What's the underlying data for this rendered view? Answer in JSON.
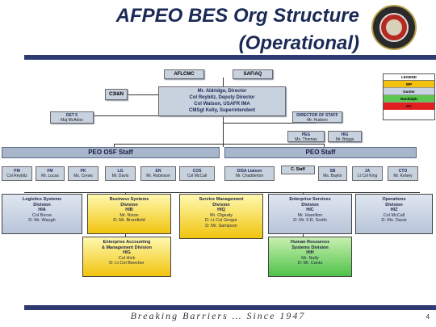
{
  "title": {
    "line1": "AFPEO BES Org Structure",
    "line2": "(Operational)"
  },
  "legend": {
    "title": "LEGEND",
    "items": [
      {
        "label": "WP",
        "color": "#f4c20d"
      },
      {
        "label": "Gunter",
        "color": "#c9d3e2"
      },
      {
        "label": "Randolph",
        "color": "#5cc74e"
      },
      {
        "label": "DC",
        "color": "#e02020"
      }
    ]
  },
  "top": {
    "aflcmc": "AFLCMC",
    "safaq": "SAF/AQ",
    "c3ien": "C3I&N",
    "director": {
      "lines": [
        "Mr. Aldridge, Director",
        "Col Reybitz, Deputy Director",
        "Col Watson, USAFR IMA",
        "CMSgt Kelly, Superintendent"
      ]
    },
    "det5": {
      "name": "DET 5",
      "person": "Maj McAdoo"
    },
    "dos": {
      "name": "DIRECTOR OF STAFF",
      "person": "Mr. Hudson"
    },
    "peg": {
      "name": "PEG",
      "person": "Ms. Thomas"
    },
    "hig": {
      "name": "HIG",
      "person": "Mr. Briggs"
    }
  },
  "osf": {
    "header": "PEO OSF Staff",
    "items": [
      {
        "n": "PM",
        "p": "Col Reybitz"
      },
      {
        "n": "FM",
        "p": "Mr. Lucas"
      },
      {
        "n": "PK",
        "p": "Ms. Crews"
      },
      {
        "n": "LG",
        "p": "Mr. Davis"
      },
      {
        "n": "EN",
        "p": "Mr. Robinson"
      },
      {
        "n": "COS",
        "p": "Col McCall"
      }
    ]
  },
  "staff": {
    "header": "PEO Staff",
    "disa": {
      "n": "DISA Liaison",
      "p": "Mr. Chadderton"
    },
    "cstaff": "C. Staff",
    "items": [
      {
        "n": "SB",
        "p": "Ms. Baylor"
      },
      {
        "n": "JA",
        "p": "Lt Col King"
      },
      {
        "n": "CTO",
        "p": "Mr. Kelsey"
      }
    ]
  },
  "divisions": [
    {
      "lines": [
        "Logistics Systems",
        "Division",
        "HIA"
      ],
      "people": [
        "Col Burse",
        "D: Mr. Waugh"
      ]
    },
    {
      "lines": [
        "Business Systems",
        "Division",
        "HIB"
      ],
      "people": [
        "Mr. Nixon",
        "D: Mr. Brumfield"
      ]
    },
    {
      "lines": [
        "Service Management",
        "Division",
        "HIQ"
      ],
      "people": [
        "Mr. Olgeaty",
        "D: Lt Col Gregor",
        "D: Mr. Sampson"
      ]
    },
    {
      "lines": [
        "Enterprise Services",
        "Division",
        "HIC"
      ],
      "people": [
        "Mr. Hamilton",
        "D: Mr. F.R. Smith"
      ]
    },
    {
      "lines": [
        "Operations",
        "Division",
        "HIZ"
      ],
      "people": [
        "Col McCall",
        "D: Ms. Davis"
      ]
    },
    {
      "lines": [
        "Enterprise Accounting",
        "& Management Division",
        "HIG"
      ],
      "people": [
        "Col Hick",
        "D: Lt Col Beecher"
      ]
    },
    {
      "lines": [
        "Human Resources",
        "Systems Division",
        "HIH"
      ],
      "people": [
        "Mr. Nally",
        "D: Mr. Cantu"
      ]
    }
  ],
  "footer": {
    "motto": "Breaking Barriers … Since 1947",
    "page": "4"
  }
}
